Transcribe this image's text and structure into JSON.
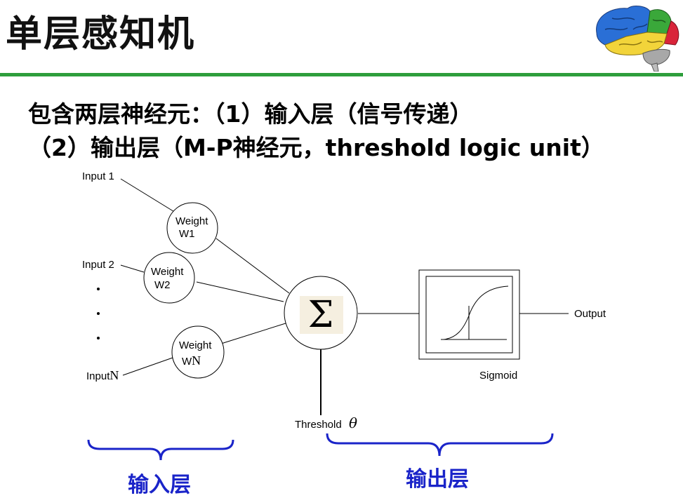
{
  "title": "单层感知机",
  "body": {
    "line1": "包含两层神经元：（1）输入层（信号传递）",
    "line2": "（2）输出层（M-P神经元，threshold logic unit）"
  },
  "diagram": {
    "inputs": [
      "Input 1",
      "Input 2",
      "Input"
    ],
    "input_n_subscript": "N",
    "weights": [
      {
        "word": "Weight",
        "sym": "W1"
      },
      {
        "word": "Weight",
        "sym": "W2"
      },
      {
        "word": "Weight",
        "sym": "W"
      }
    ],
    "weight_n_subscript": "N",
    "sum_symbol": "Σ",
    "threshold": "Threshold",
    "theta": "θ",
    "sigmoid": "Sigmoid",
    "output": "Output"
  },
  "layers": {
    "input": "输入层",
    "output": "输出层"
  },
  "colors": {
    "rule": "#2e9e3c",
    "brace": "#1a24c9"
  },
  "icons": [
    "brain-logo-icon"
  ]
}
